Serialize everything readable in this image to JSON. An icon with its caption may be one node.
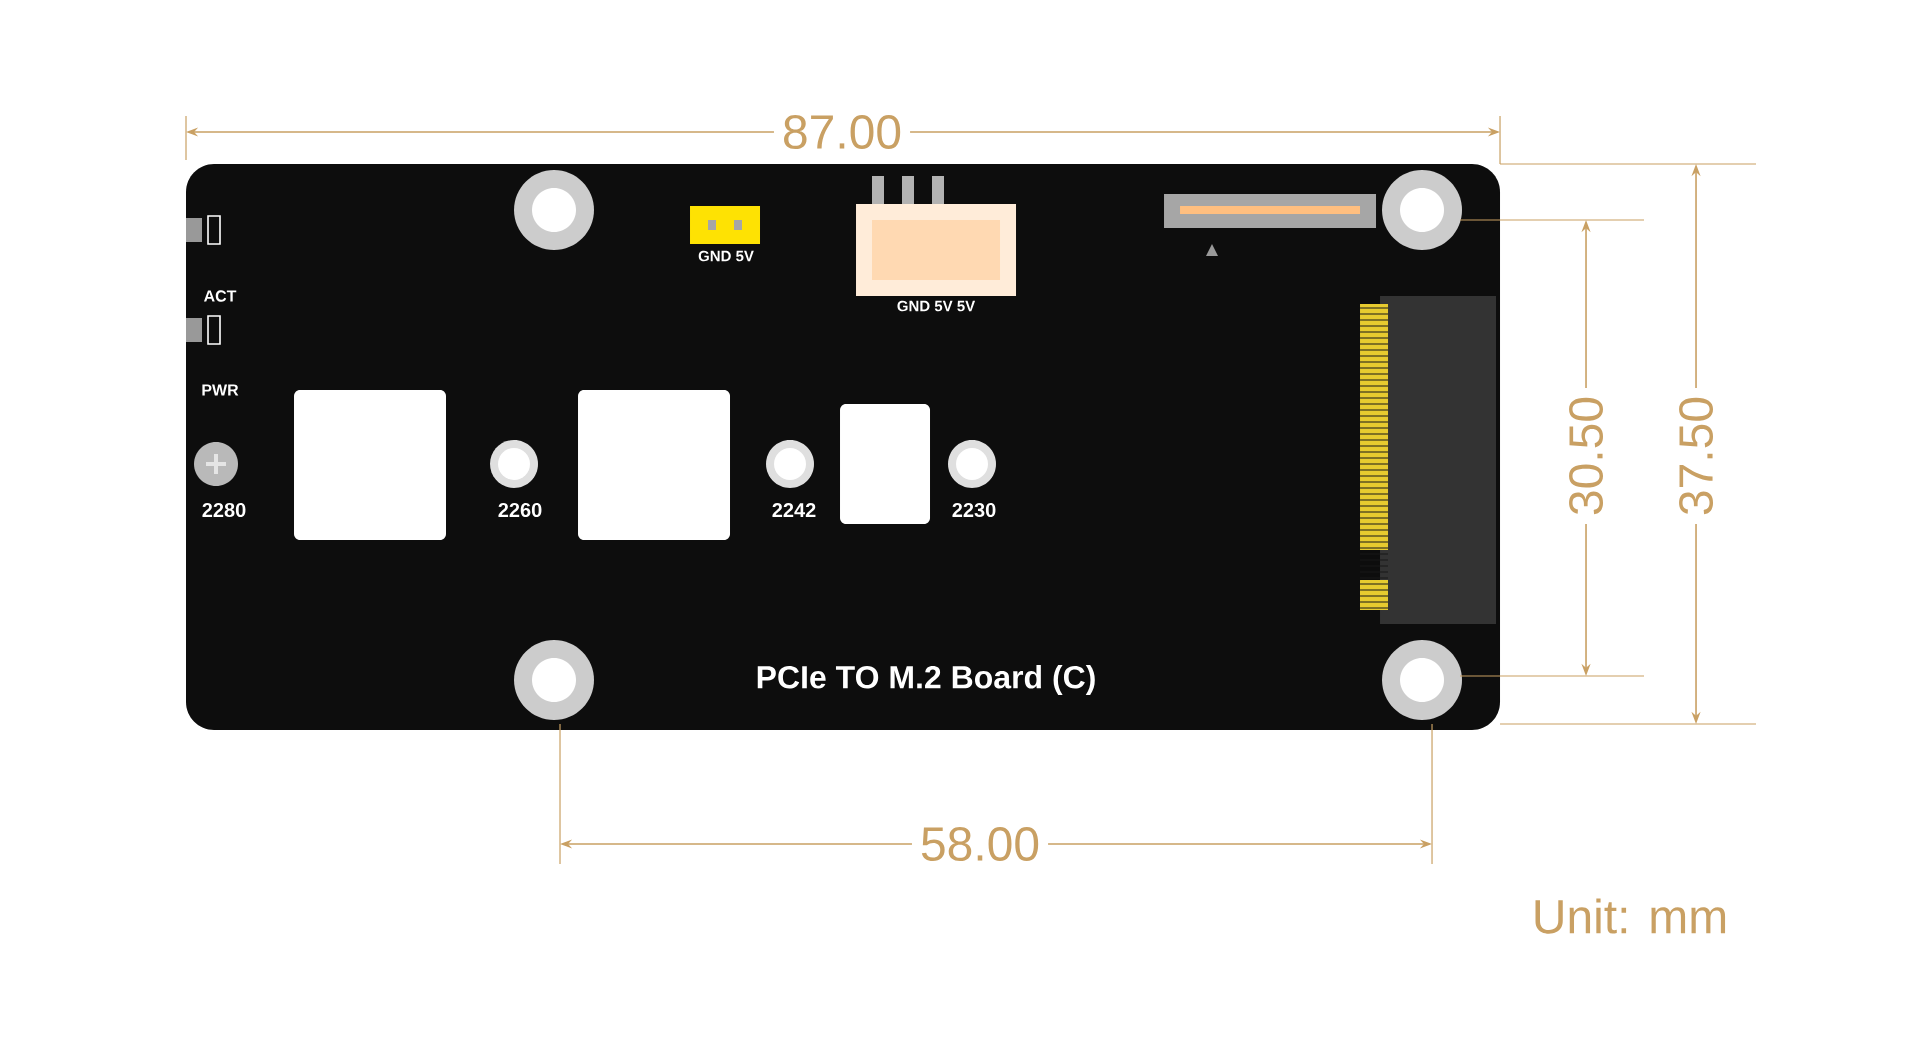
{
  "diagram": {
    "labels": [
      "87.00",
      "30.50",
      "37.50",
      "58.00",
      "Unit: mm",
      "GND 5V",
      "GND 5V 5V",
      "ACT",
      "PWR",
      "2280",
      "2260",
      "2242",
      "2230",
      "PCIe TO M.2 Board (C)"
    ]
  }
}
